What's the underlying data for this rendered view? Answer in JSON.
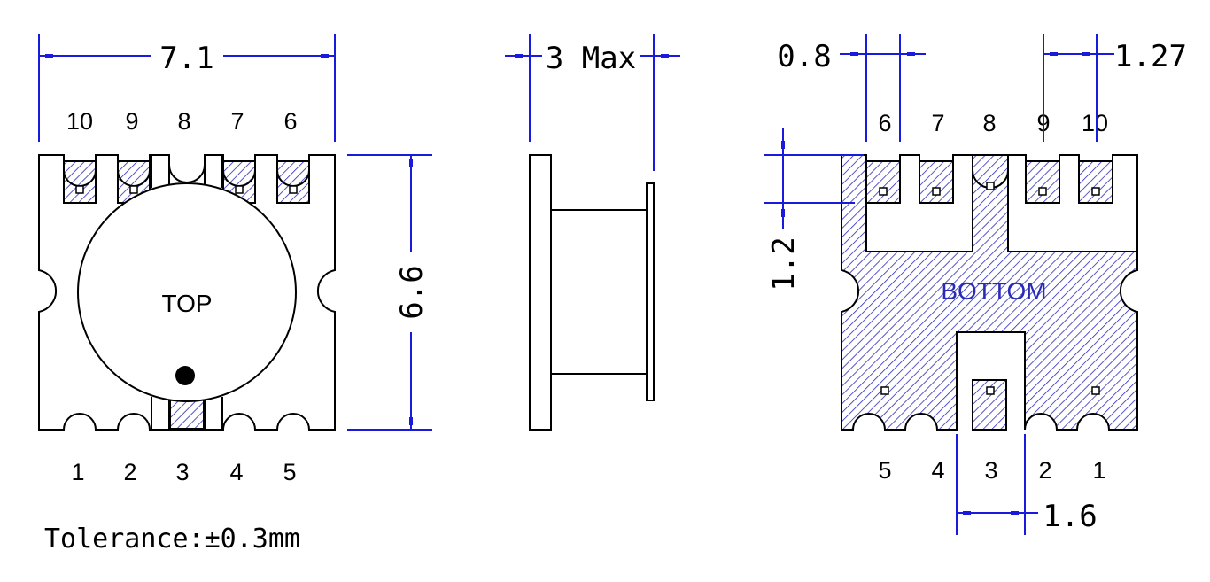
{
  "top_view": {
    "width_dim": "7.1",
    "height_dim": "6.6",
    "label": "TOP",
    "pins_top": [
      "10",
      "9",
      "8",
      "7",
      "6"
    ],
    "pins_bottom": [
      "1",
      "2",
      "3",
      "4",
      "5"
    ]
  },
  "side_view": {
    "thickness_dim": "3 Max"
  },
  "bottom_view": {
    "pad_width_dim": "0.8",
    "pitch_dim": "1.27",
    "pad_length_dim": "1.2",
    "slot_width_dim": "1.6",
    "label": "BOTTOM",
    "pins_top": [
      "6",
      "7",
      "8",
      "9",
      "10"
    ],
    "pins_bottom": [
      "5",
      "4",
      "3",
      "2",
      "1"
    ]
  },
  "tolerance": "Tolerance:±0.3mm",
  "colors": {
    "dimension_line": "#1a1adc",
    "hatch_fill": "#2a2ab8",
    "outline": "#000000"
  }
}
